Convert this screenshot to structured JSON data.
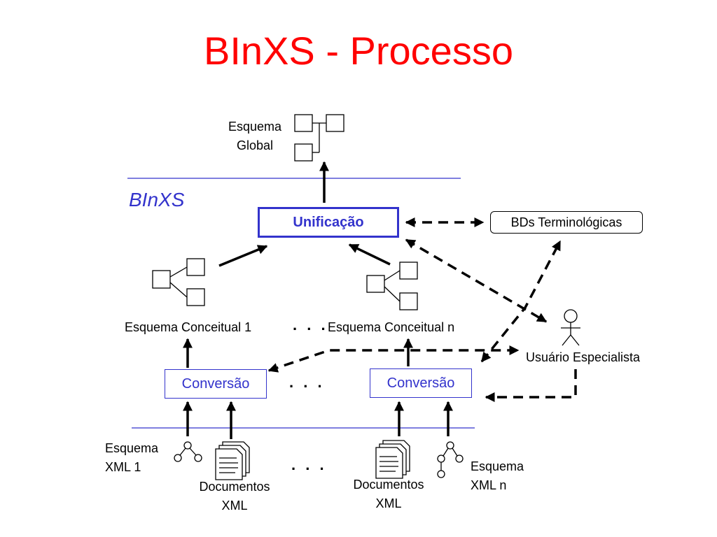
{
  "slide": {
    "title": "BInXS - Processo",
    "brand": "BInXS"
  },
  "nodes": {
    "global_schema": [
      "Esquema",
      "Global"
    ],
    "unification": "Unificação",
    "terminological_dbs": "BDs Terminológicas",
    "conceptual_schema_1": "Esquema Conceitual 1",
    "conceptual_schema_n": "Esquema Conceitual n",
    "expert_user": "Usuário Especialista",
    "conversion_1": "Conversão",
    "conversion_n": "Conversão",
    "xml_schema_1": [
      "Esquema",
      "XML 1"
    ],
    "xml_docs_1": [
      "Documentos",
      "XML"
    ],
    "xml_docs_n": [
      "Documentos",
      "XML"
    ],
    "xml_schema_n": [
      "Esquema",
      "XML n"
    ]
  },
  "ellipsis": {
    "between_schemas": ". . .",
    "between_conversions": ". . .",
    "between_inputs": ". . ."
  }
}
